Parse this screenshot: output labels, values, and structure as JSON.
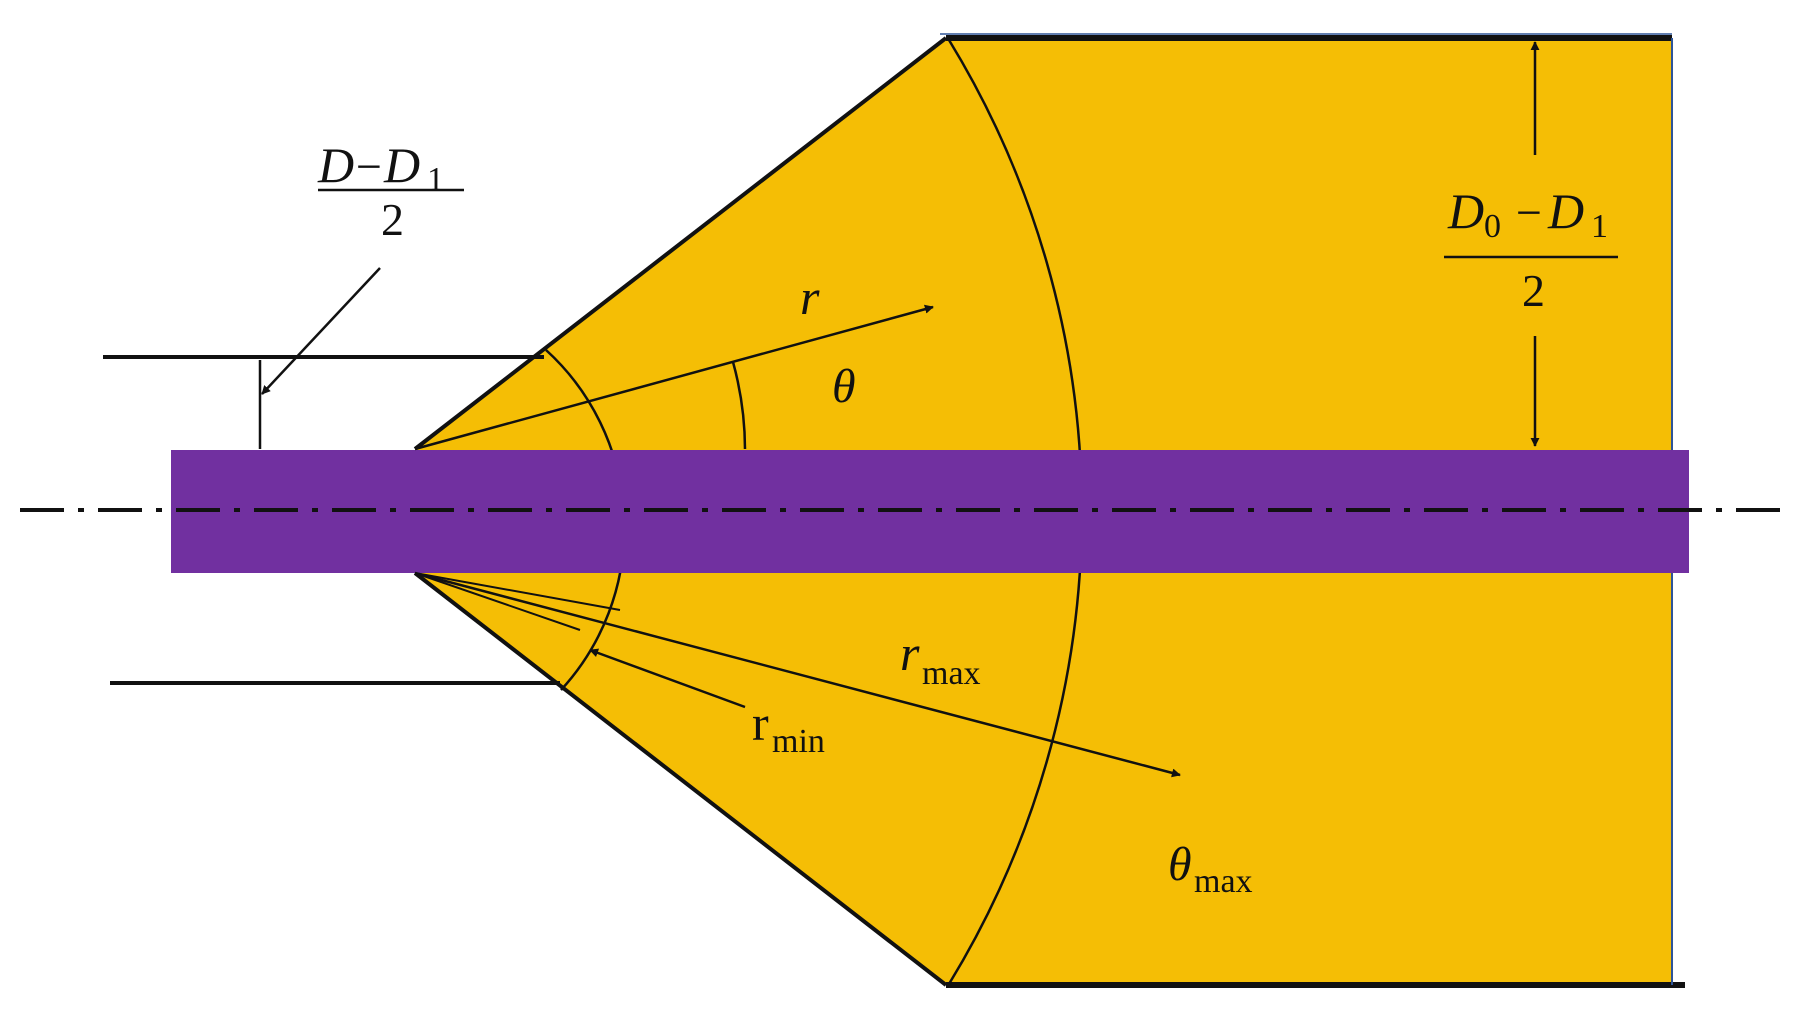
{
  "colors": {
    "fill": "#F5BE05",
    "rod": "#7130A0",
    "stroke": "#111111",
    "edge": "#2F5597"
  },
  "labels": {
    "frac_left": {
      "num_a": "D",
      "num_minus": "−",
      "num_b": "D",
      "num_sub": "1",
      "den": "2"
    },
    "frac_right": {
      "num_a": "D",
      "num_sub_a": "0",
      "num_minus": "−",
      "num_b": "D",
      "num_sub_b": "1",
      "den": "2"
    },
    "r": "r",
    "theta": "θ",
    "r_max": {
      "base": "r",
      "sub": "max"
    },
    "r_min": {
      "base": "r",
      "sub": "min"
    },
    "theta_max": {
      "base": "θ",
      "sub": "max"
    }
  }
}
